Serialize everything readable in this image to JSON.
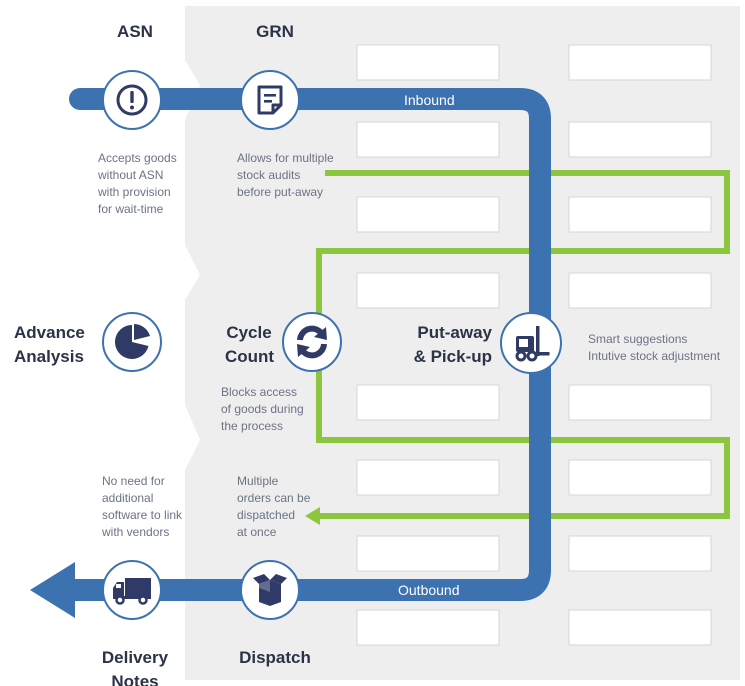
{
  "headers": {
    "asn": "ASN",
    "grn": "GRN"
  },
  "flow_labels": {
    "inbound": "Inbound",
    "outbound": "Outbound"
  },
  "nodes": {
    "advance_analysis": {
      "line1": "Advance",
      "line2": "Analysis"
    },
    "cycle_count": {
      "line1": "Cycle",
      "line2": "Count"
    },
    "putaway": {
      "line1": "Put-away",
      "line2": "& Pick-up"
    },
    "delivery_notes": {
      "line1": "Delivery",
      "line2": "Notes"
    },
    "dispatch": {
      "line1": "Dispatch"
    }
  },
  "descriptions": {
    "asn": [
      "Accepts goods",
      "without ASN",
      "with provision",
      "for wait-time"
    ],
    "grn": [
      "Allows for multiple",
      "stock audits",
      "before put-away"
    ],
    "putaway": [
      "Smart suggestions",
      "Intutive stock adjustment"
    ],
    "cycle_count": [
      "Blocks access",
      "of goods during",
      "the process"
    ],
    "delivery": [
      "No need for",
      "additional",
      "software to link",
      "with vendors"
    ],
    "dispatch": [
      "Multiple",
      "orders can be",
      "dispatched",
      "at once"
    ]
  },
  "colors": {
    "blue": "#3d72b0",
    "green": "#8cc63f",
    "gray_panel": "#eeeeee",
    "dark_icon": "#2f3b66"
  },
  "icons": [
    "exclamation-icon",
    "document-icon",
    "pie-chart-icon",
    "sync-icon",
    "forklift-icon",
    "truck-icon",
    "box-icon"
  ]
}
